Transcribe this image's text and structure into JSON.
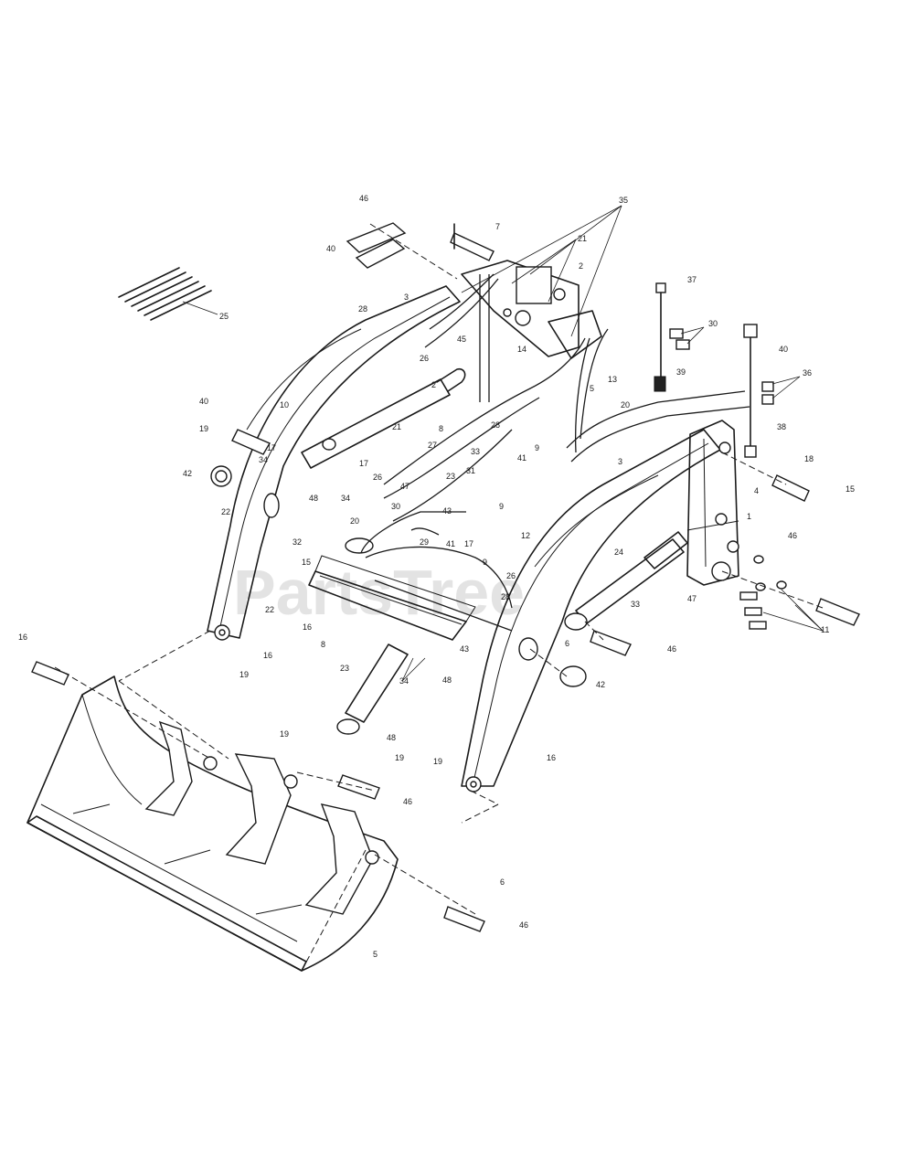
{
  "watermark": "PartsTree",
  "callouts": [
    {
      "id": "c46a",
      "text": "46"
    },
    {
      "id": "c35",
      "text": "35"
    },
    {
      "id": "c7",
      "text": "7"
    },
    {
      "id": "c40a",
      "text": "40"
    },
    {
      "id": "c21",
      "text": "21"
    },
    {
      "id": "c2a",
      "text": "2"
    },
    {
      "id": "c25",
      "text": "25"
    },
    {
      "id": "c3a",
      "text": "3"
    },
    {
      "id": "c28",
      "text": "28"
    },
    {
      "id": "c45",
      "text": "45"
    },
    {
      "id": "c14",
      "text": "14"
    },
    {
      "id": "c37",
      "text": "37"
    },
    {
      "id": "c30a",
      "text": "30"
    },
    {
      "id": "c39",
      "text": "39"
    },
    {
      "id": "c40b",
      "text": "40"
    },
    {
      "id": "c26a",
      "text": "26"
    },
    {
      "id": "c2b",
      "text": "2"
    },
    {
      "id": "c13",
      "text": "13"
    },
    {
      "id": "c5a",
      "text": "5"
    },
    {
      "id": "c36",
      "text": "36"
    },
    {
      "id": "c40c",
      "text": "40"
    },
    {
      "id": "c10",
      "text": "10"
    },
    {
      "id": "c8a",
      "text": "8"
    },
    {
      "id": "c20a",
      "text": "20"
    },
    {
      "id": "c38",
      "text": "38"
    },
    {
      "id": "c19a",
      "text": "19"
    },
    {
      "id": "c21b",
      "text": "21"
    },
    {
      "id": "c28b",
      "text": "28"
    },
    {
      "id": "c9a",
      "text": "9"
    },
    {
      "id": "c17a",
      "text": "17"
    },
    {
      "id": "c27",
      "text": "27"
    },
    {
      "id": "c41a",
      "text": "41"
    },
    {
      "id": "c34a",
      "text": "34"
    },
    {
      "id": "c17b",
      "text": "17"
    },
    {
      "id": "c26b",
      "text": "26"
    },
    {
      "id": "c31",
      "text": "31"
    },
    {
      "id": "c33a",
      "text": "33"
    },
    {
      "id": "c3b",
      "text": "3"
    },
    {
      "id": "c18",
      "text": "18"
    },
    {
      "id": "c15a",
      "text": "15"
    },
    {
      "id": "c42a",
      "text": "42"
    },
    {
      "id": "c23",
      "text": "23"
    },
    {
      "id": "c48a",
      "text": "48"
    },
    {
      "id": "c34b",
      "text": "34"
    },
    {
      "id": "c9b",
      "text": "9"
    },
    {
      "id": "c43a",
      "text": "43"
    },
    {
      "id": "c4",
      "text": "4"
    },
    {
      "id": "c1",
      "text": "1"
    },
    {
      "id": "c22a",
      "text": "22"
    },
    {
      "id": "c30b",
      "text": "30"
    },
    {
      "id": "c47a",
      "text": "47"
    },
    {
      "id": "c20b",
      "text": "20"
    },
    {
      "id": "c46b",
      "text": "46"
    },
    {
      "id": "c32",
      "text": "32"
    },
    {
      "id": "c29",
      "text": "29"
    },
    {
      "id": "c41b",
      "text": "41"
    },
    {
      "id": "c12",
      "text": "12"
    },
    {
      "id": "c15b",
      "text": "15"
    },
    {
      "id": "c17c",
      "text": "17"
    },
    {
      "id": "c9c",
      "text": "9"
    },
    {
      "id": "c24",
      "text": "24"
    },
    {
      "id": "c26c",
      "text": "26"
    },
    {
      "id": "c28c",
      "text": "28"
    },
    {
      "id": "c16a",
      "text": "16"
    },
    {
      "id": "c8b",
      "text": "8"
    },
    {
      "id": "c33b",
      "text": "33"
    },
    {
      "id": "c47b",
      "text": "47"
    },
    {
      "id": "c11",
      "text": "11"
    },
    {
      "id": "c22b",
      "text": "22"
    },
    {
      "id": "c16b",
      "text": "16"
    },
    {
      "id": "c43b",
      "text": "43"
    },
    {
      "id": "c6a",
      "text": "6"
    },
    {
      "id": "c46c",
      "text": "46"
    },
    {
      "id": "c19b",
      "text": "19"
    },
    {
      "id": "c16c",
      "text": "16"
    },
    {
      "id": "c23b",
      "text": "23"
    },
    {
      "id": "c48b",
      "text": "48"
    },
    {
      "id": "c42b",
      "text": "42"
    },
    {
      "id": "c34c",
      "text": "34"
    },
    {
      "id": "c19c",
      "text": "19"
    },
    {
      "id": "c48c",
      "text": "48"
    },
    {
      "id": "c16d",
      "text": "16"
    },
    {
      "id": "c19d",
      "text": "19"
    },
    {
      "id": "c19e",
      "text": "19"
    },
    {
      "id": "c46d",
      "text": "46"
    },
    {
      "id": "c6b",
      "text": "6"
    },
    {
      "id": "c46e",
      "text": "46"
    },
    {
      "id": "c5b",
      "text": "5"
    }
  ]
}
